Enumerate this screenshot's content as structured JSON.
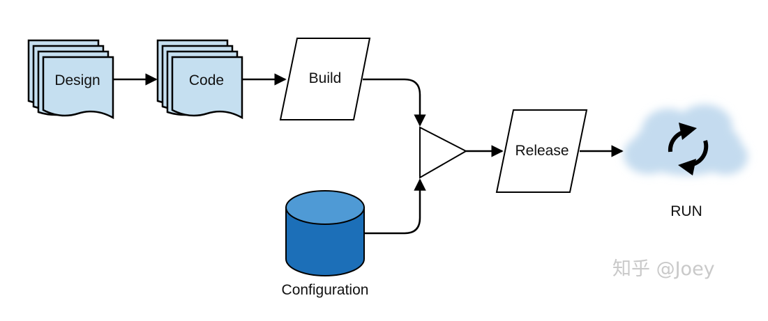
{
  "nodes": {
    "design": {
      "label": "Design"
    },
    "code": {
      "label": "Code"
    },
    "build": {
      "label": "Build"
    },
    "release": {
      "label": "Release"
    },
    "configuration": {
      "label": "Configuration"
    },
    "run": {
      "label": "RUN"
    }
  },
  "watermark": "知乎 @Joey",
  "colors": {
    "document_fill": "#c5dff0",
    "database_fill": "#1c6fb8",
    "database_top": "#4f9ad5",
    "cloud": "#c4dbef",
    "stroke": "#000000"
  },
  "icons": [
    "document-stack-icon",
    "parallelogram-icon",
    "merge-triangle-icon",
    "database-icon",
    "cloud-icon",
    "refresh-icon"
  ]
}
